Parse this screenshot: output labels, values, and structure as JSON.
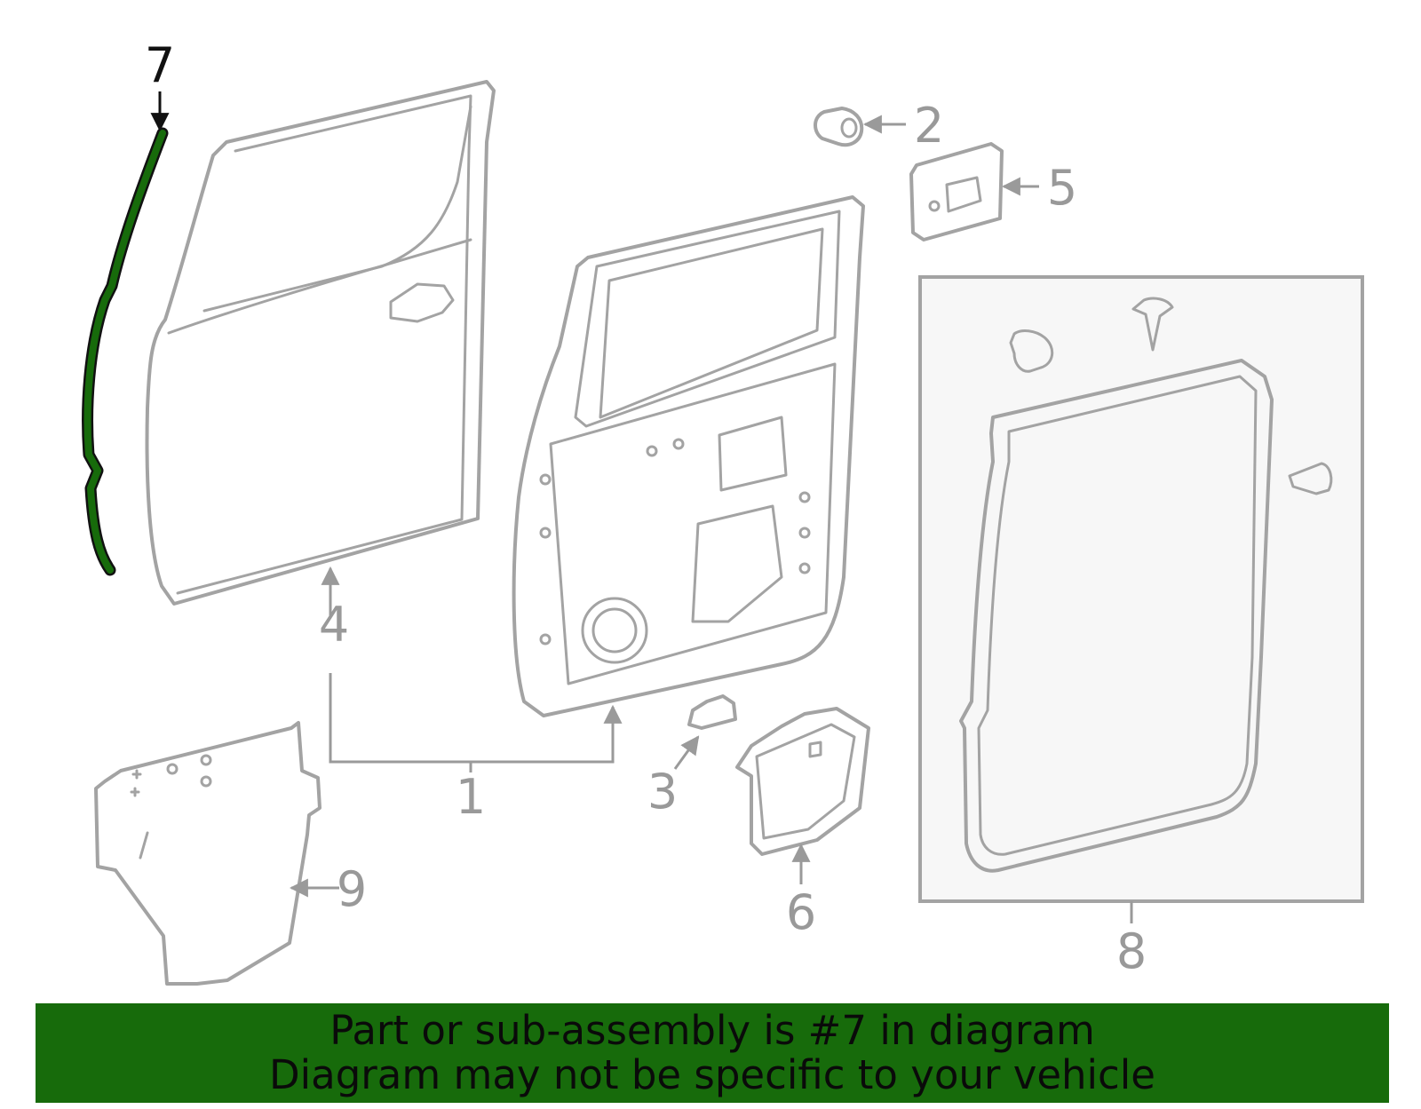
{
  "callouts": {
    "c1": "1",
    "c2": "2",
    "c3": "3",
    "c4": "4",
    "c5": "5",
    "c6": "6",
    "c7": "7",
    "c8": "8",
    "c9": "9"
  },
  "highlighted_part": "7",
  "colors": {
    "highlight": "#176b0b",
    "part_stroke": "#a3a3a3",
    "banner_bg": "#176b0b"
  },
  "banner": {
    "line1": "Part or sub-assembly is #7 in diagram",
    "line2": "Diagram may not be specific to your vehicle"
  }
}
